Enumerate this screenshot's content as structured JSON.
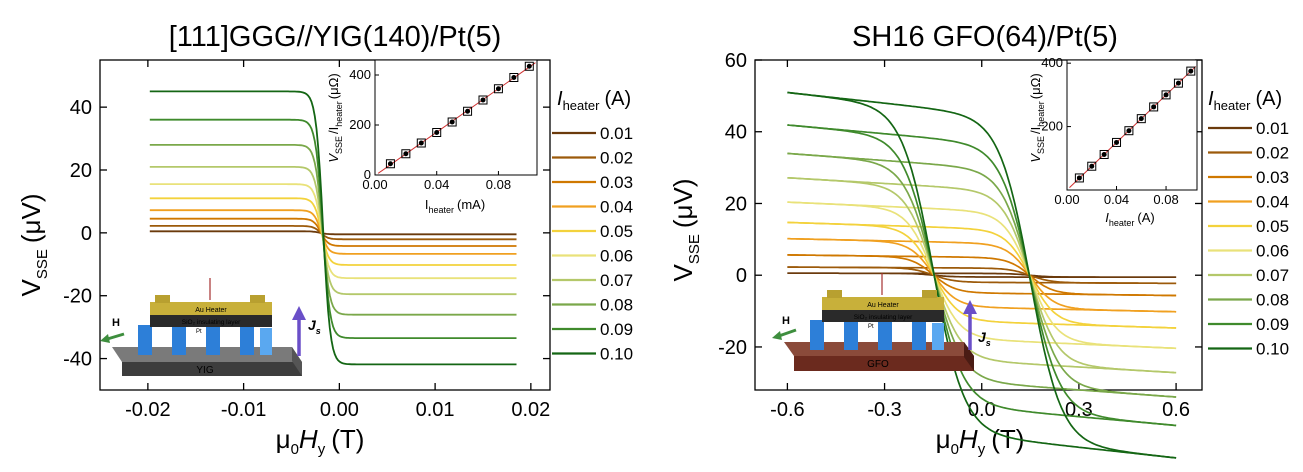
{
  "legend_colors": [
    "#6b3a0c",
    "#9c5a0a",
    "#cf7800",
    "#f0a020",
    "#f3d23c",
    "#e9e27a",
    "#b4c86a",
    "#7aa84a",
    "#3f8a2c",
    "#146614"
  ],
  "legend": {
    "title_main": "I",
    "title_sub": "heater",
    "title_unit": "(A)",
    "items": [
      "0.01",
      "0.02",
      "0.03",
      "0.04",
      "0.05",
      "0.06",
      "0.07",
      "0.08",
      "0.09",
      "0.10"
    ]
  },
  "chart_data": [
    {
      "type": "line",
      "title": "[111]GGG//YIG(140)/Pt(5)",
      "xlabel": {
        "prefix": "μ",
        "prefix_sub": "0",
        "var": "H",
        "var_sub": "y",
        "unit": "(T)"
      },
      "ylabel": {
        "main": "V",
        "sub": "SSE",
        "unit": "(μV)"
      },
      "xlim": [
        -0.025,
        0.022
      ],
      "ylim": [
        -50,
        55
      ],
      "xticks": [
        -0.02,
        -0.01,
        0.0,
        0.01,
        0.02
      ],
      "xtick_labels": [
        "-0.02",
        "-0.01",
        "0.00",
        "0.01",
        "0.02"
      ],
      "yticks": [
        -40,
        -20,
        0,
        20,
        40
      ],
      "ytick_labels": [
        "-40",
        "-20",
        "0",
        "20",
        "40"
      ],
      "x_range": [
        -0.0198,
        0.0185
      ],
      "switch_field": -0.002,
      "series": [
        {
          "name": "0.01",
          "value": 0.5
        },
        {
          "name": "0.02",
          "value": 2.2
        },
        {
          "name": "0.03",
          "value": 4.5
        },
        {
          "name": "0.04",
          "value": 7.2
        },
        {
          "name": "0.05",
          "value": 11
        },
        {
          "name": "0.06",
          "value": 15.5
        },
        {
          "name": "0.07",
          "value": 21
        },
        {
          "name": "0.08",
          "value": 28
        },
        {
          "name": "0.09",
          "value": 36
        },
        {
          "name": "0.10",
          "value": 45
        }
      ],
      "inset": {
        "xlabel": {
          "main": "I",
          "sub": "heater",
          "unit": "(mA)"
        },
        "ylabel": {
          "main": "V",
          "sub": "SSE",
          "mid": "/I",
          "mid_sub": "heater",
          "unit": "(μΩ)"
        },
        "xlim": [
          0.0,
          0.105
        ],
        "ylim": [
          0,
          460
        ],
        "xticks": [
          0.0,
          0.04,
          0.08
        ],
        "xtick_labels": [
          "0.00",
          "0.04",
          "0.08"
        ],
        "yticks": [
          0,
          200,
          400
        ],
        "ytick_labels": [
          "0",
          "200",
          "400"
        ],
        "x": [
          0.01,
          0.02,
          0.03,
          0.04,
          0.05,
          0.06,
          0.07,
          0.08,
          0.09,
          0.1
        ],
        "y": [
          45,
          85,
          128,
          170,
          212,
          255,
          300,
          345,
          390,
          435
        ]
      },
      "schematic": {
        "heater_label": "Au Heater",
        "insulator_label": "SiO₂ insulating layer",
        "pt_label": "Pt",
        "substrate_label": "YIG",
        "field_label": "H",
        "current_label": "J",
        "current_sub": "s",
        "substrate_color": "#3d3d3d"
      }
    },
    {
      "type": "line",
      "title": "SH16 GFO(64)/Pt(5)",
      "xlabel": {
        "prefix": "μ",
        "prefix_sub": "0",
        "var": "H",
        "var_sub": "y",
        "unit": "(T)"
      },
      "ylabel": {
        "main": "V",
        "sub": "SSE",
        "unit": "(μV)"
      },
      "xlim": [
        -0.7,
        0.68
      ],
      "ylim": [
        -32,
        60
      ],
      "xticks": [
        -0.6,
        -0.3,
        0.0,
        0.3,
        0.6
      ],
      "xtick_labels": [
        "-0.6",
        "-0.3",
        "0.0",
        "0.3",
        "0.6"
      ],
      "yticks": [
        -20,
        0,
        20,
        40,
        60
      ],
      "ytick_labels": [
        "-20",
        "0",
        "20",
        "40",
        "60"
      ],
      "x_range": [
        -0.6,
        0.6
      ],
      "coercive_field": 0.15,
      "series": [
        {
          "name": "0.01",
          "value": 0.5
        },
        {
          "name": "0.02",
          "value": 2
        },
        {
          "name": "0.03",
          "value": 5
        },
        {
          "name": "0.04",
          "value": 9
        },
        {
          "name": "0.05",
          "value": 13
        },
        {
          "name": "0.06",
          "value": 18
        },
        {
          "name": "0.07",
          "value": 24
        },
        {
          "name": "0.08",
          "value": 30
        },
        {
          "name": "0.09",
          "value": 37
        },
        {
          "name": "0.10",
          "value": 45
        }
      ],
      "inset": {
        "xlabel": {
          "main": "I",
          "sub": "heater",
          "unit": "(A)"
        },
        "ylabel": {
          "main": "V",
          "sub": "SSE",
          "mid": "/I",
          "mid_sub": "heater",
          "unit": "(μΩ)"
        },
        "xlim": [
          0.0,
          0.105
        ],
        "ylim": [
          0,
          410
        ],
        "xticks": [
          0.0,
          0.04,
          0.08
        ],
        "xtick_labels": [
          "0.00",
          "0.04",
          "0.08"
        ],
        "yticks": [
          200,
          400
        ],
        "ytick_labels": [
          "200",
          "400"
        ],
        "x": [
          0.01,
          0.02,
          0.03,
          0.04,
          0.05,
          0.06,
          0.07,
          0.08,
          0.09,
          0.1
        ],
        "y": [
          38,
          75,
          112,
          150,
          187,
          225,
          262,
          300,
          337,
          375
        ]
      },
      "schematic": {
        "heater_label": "Au Heater",
        "insulator_label": "SiO₂ insulating layer",
        "pt_label": "Pt",
        "substrate_label": "GFO",
        "field_label": "H",
        "current_label": "J",
        "current_sub": "s",
        "substrate_color": "#6b2a1e"
      }
    }
  ]
}
